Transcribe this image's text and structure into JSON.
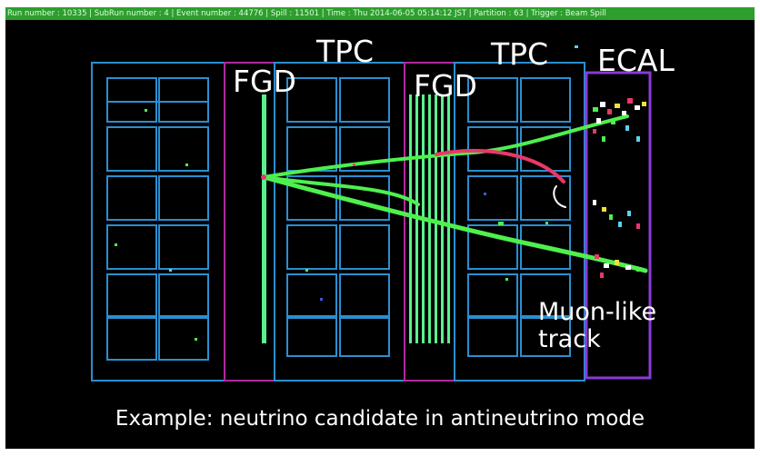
{
  "status_bar": {
    "text": "Run number : 10335 | SubRun number : 4 | Event number : 44776 | Spill : 11501 | Time : Thu 2014-06-05 05:14:12 JST | Partition : 63 | Trigger : Beam Spill",
    "color": "#2e9e2e"
  },
  "detectors": {
    "fgd1": "FGD",
    "tpc1": "TPC",
    "fgd2": "FGD",
    "tpc2": "TPC",
    "ecal": "ECAL"
  },
  "annotation": {
    "line1": "Muon-like",
    "line2": "track"
  },
  "caption": "Example: neutrino candidate in antineutrino mode",
  "colors": {
    "background": "#000000",
    "tpc_frame": "#2a8fd0",
    "fgd_frame": "#b02aa0",
    "ecal_frame": "#8a3ad8",
    "track_green": "#4ef04e",
    "track_red": "#e8386a",
    "fgd_bars": "#5cf08c"
  }
}
